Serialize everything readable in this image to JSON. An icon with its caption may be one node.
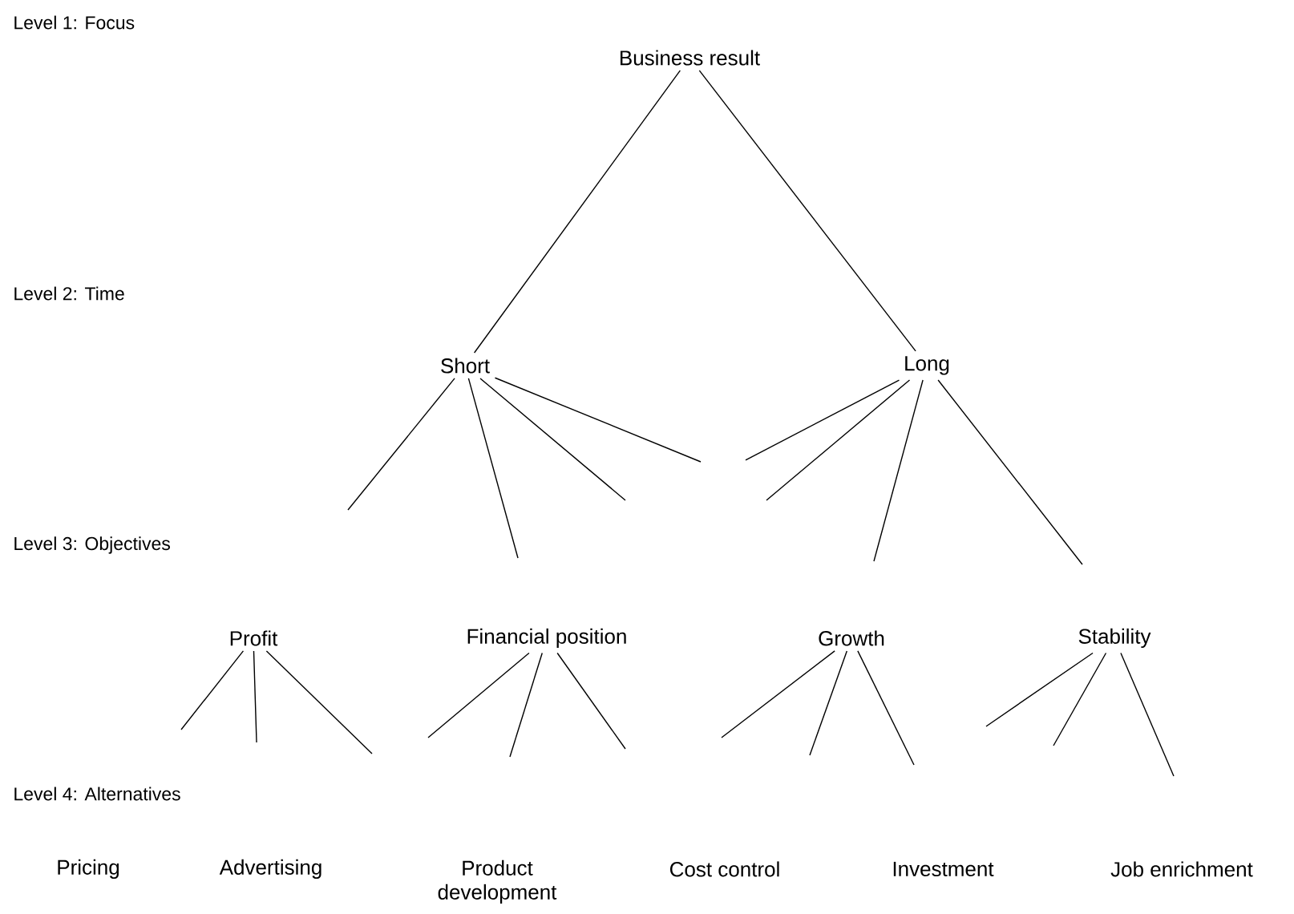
{
  "diagram": {
    "nodes": [
      {
        "text": [
          "Business result"
        ]
      },
      {
        "text": [
          "Short"
        ]
      },
      {
        "text": [
          "Long"
        ]
      },
      {
        "text": [
          "Profit"
        ]
      },
      {
        "text": [
          "Financial position"
        ]
      },
      {
        "text": [
          "Growth"
        ]
      },
      {
        "text": [
          "Stability"
        ]
      },
      {
        "text": [
          "Pricing"
        ]
      },
      {
        "text": [
          "Advertising"
        ]
      },
      {
        "text": [
          "Product development"
        ]
      },
      {
        "text": [
          "Cost control"
        ]
      },
      {
        "text": [
          "Investment"
        ]
      },
      {
        "text": [
          "Job enrichment"
        ]
      }
    ],
    "edges": [
      {
        "from": 0,
        "to": 1,
        "arrow": "none"
      },
      {
        "from": 0,
        "to": 2,
        "arrow": "none"
      },
      {
        "from": 1,
        "to": null,
        "arrow": "none"
      },
      {
        "from": 1,
        "to": null,
        "arrow": "none"
      },
      {
        "from": 1,
        "to": null,
        "arrow": "none"
      },
      {
        "from": 1,
        "to": null,
        "arrow": "none"
      },
      {
        "from": 2,
        "to": null,
        "arrow": "none"
      },
      {
        "from": 2,
        "to": null,
        "arrow": "none"
      },
      {
        "from": 2,
        "to": null,
        "arrow": "none"
      },
      {
        "from": 2,
        "to": null,
        "arrow": "none"
      },
      {
        "from": 3,
        "to": null,
        "arrow": "none"
      },
      {
        "from": 3,
        "to": null,
        "arrow": "none"
      },
      {
        "from": 3,
        "to": null,
        "arrow": "none"
      },
      {
        "from": 4,
        "to": null,
        "arrow": "none"
      },
      {
        "from": 4,
        "to": null,
        "arrow": "none"
      },
      {
        "from": 4,
        "to": null,
        "arrow": "none"
      },
      {
        "from": 5,
        "to": null,
        "arrow": "none"
      },
      {
        "from": 5,
        "to": null,
        "arrow": "none"
      },
      {
        "from": 5,
        "to": null,
        "arrow": "none"
      },
      {
        "from": 6,
        "to": null,
        "arrow": "none"
      },
      {
        "from": 6,
        "to": null,
        "arrow": "none"
      },
      {
        "from": 6,
        "to": null,
        "arrow": "none"
      }
    ],
    "labels": [
      "Level 1: Focus",
      "Level 2: Time",
      "Level 3: Objectives",
      "Level 4: Alternatives"
    ]
  }
}
